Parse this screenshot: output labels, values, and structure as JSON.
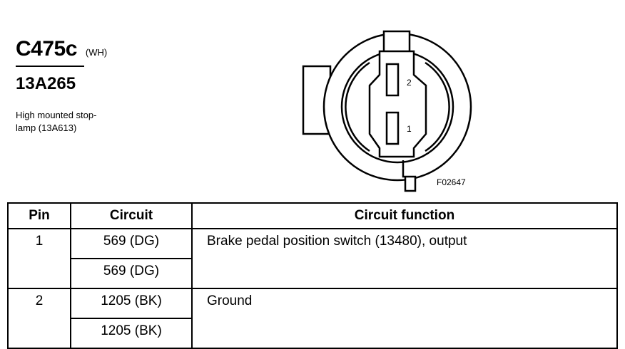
{
  "connector": {
    "id": "C475c",
    "color_code": "(WH)",
    "part_number": "13A265",
    "description_line1": "High mounted stop-",
    "description_line2": "lamp (13A613)"
  },
  "diagram": {
    "pin_labels": [
      "2",
      "1"
    ],
    "figure_id": "F02647"
  },
  "table": {
    "headers": {
      "pin": "Pin",
      "circuit": "Circuit",
      "function": "Circuit function"
    },
    "rows": [
      {
        "pin": "1",
        "circuits": [
          "569 (DG)",
          "569 (DG)"
        ],
        "function": "Brake pedal position switch (13480), output"
      },
      {
        "pin": "2",
        "circuits": [
          "1205 (BK)",
          "1205 (BK)"
        ],
        "function": "Ground"
      }
    ]
  }
}
